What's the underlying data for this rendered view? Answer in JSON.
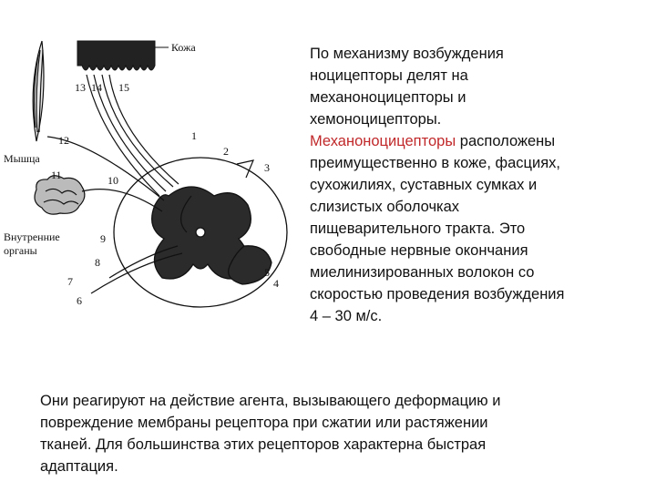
{
  "figure": {
    "labels": {
      "skin": "Кожа",
      "muscle": "Мышца",
      "organs_line1": "Внутренние",
      "organs_line2": "органы"
    },
    "numbers": [
      "1",
      "2",
      "3",
      "4",
      "5",
      "6",
      "7",
      "8",
      "9",
      "10",
      "11",
      "12",
      "13",
      "14",
      "15"
    ]
  },
  "main_text": {
    "p1_l1": "По механизму возбуждения",
    "p1_l2": "ноцицепторы делят на",
    "p1_l3": "механоноцицепторы и",
    "p1_l4": "хемоноцицепторы.",
    "p2_highlight": "Механоноцицепторы",
    "p2_l1_rest": " расположены",
    "p2_l2": "преимущественно в коже, фасциях,",
    "p2_l3": "сухожилиях, суставных сумках и",
    "p2_l4": "слизистых оболочках",
    "p2_l5": "пищеварительного тракта. Это",
    "p2_l6": "свободные нервные окончания",
    "p2_l7": "миелинизированных волокон со",
    "p2_l8": "скоростью проведения возбуждения",
    "p2_l9": "4 – 30 м/с."
  },
  "bottom_text": {
    "l1": "Они реагируют на действие агента, вызывающего деформацию и",
    "l2": "повреждение мембраны рецептора при сжатии или растяжении",
    "l3": "тканей. Для большинства этих рецепторов характерна быстрая",
    "l4": "адаптация."
  }
}
